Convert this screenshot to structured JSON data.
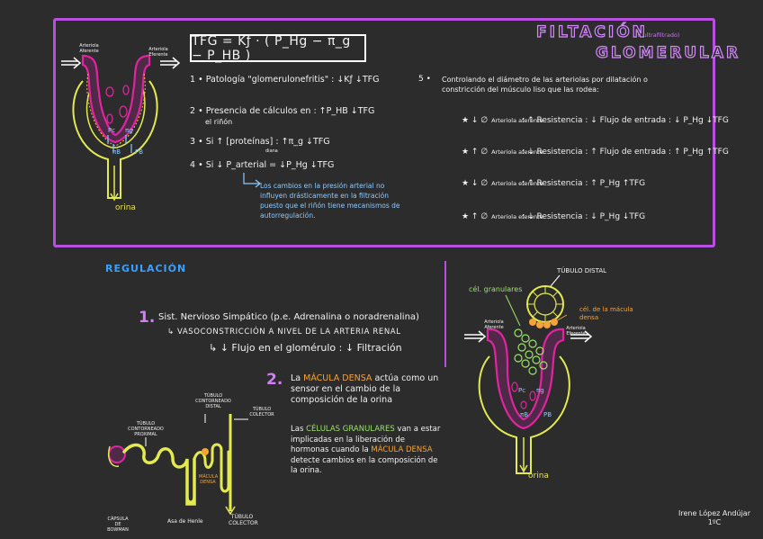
{
  "title": {
    "word1": "FILTACIÓN",
    "note": "(o ultrafiltrado)",
    "word2": "GLOMERULAR"
  },
  "diagram1": {
    "arteriola_aferente": "Arteriola Aferente",
    "arteriola_eferente": "Arteriola Eferente",
    "pc": "Pc",
    "pi_g": "πg",
    "pi_b": "πB",
    "pb": "PB",
    "orina": "orina"
  },
  "formula": "TFG = Kƒ · ( P_Hg − π_g − P_HB )",
  "list": [
    {
      "n": "1 •",
      "text": "Patología \"glomerulonefritis\" : ↓Kƒ ↓TFG"
    },
    {
      "n": "2 •",
      "text": "Presencia de cálculos en : ↑P_HB ↓TFG",
      "sub": "el riñón"
    },
    {
      "n": "3 •",
      "text": "Si ↑ [proteínas] : ↑π_g ↓TFG",
      "sub": "diana"
    },
    {
      "n": "4 •",
      "text": "Si ↓ P_arterial = ↓P_Hg ↓TFG"
    }
  ],
  "note": "Los cambios en la presión arterial no influyen drásticamente en la filtración puesto que el riñón tiene mecanismos de autorregulación.",
  "item5": {
    "n": "5 •",
    "text": "Controlando el diámetro de las arteriolas por dilatación o constricción del músculo liso que las rodea:"
  },
  "arterioles": [
    {
      "prefix": "★ ↓ ∅",
      "name": "Arteriola aferente",
      "effect": ": ↑ Resistencia : ↓ Flujo de entrada : ↓ P_Hg ↓TFG"
    },
    {
      "prefix": "★ ↑ ∅",
      "name": "Arteriola aferente",
      "effect": ": ↓ Resistencia : ↑ Flujo de entrada : ↑ P_Hg ↑TFG"
    },
    {
      "prefix": "★ ↓ ∅",
      "name": "Arteriola eferente",
      "effect": ": ↑ Resistencia : ↑ P_Hg ↑TFG"
    },
    {
      "prefix": "★ ↑ ∅",
      "name": "Arteriola eferente",
      "effect": ": ↓ Resistencia : ↓ P_Hg ↓TFG"
    }
  ],
  "regulation": {
    "title": "REGULACIÓN",
    "p1_num": "1.",
    "p1_line1": "Sist. Nervioso Simpático (p.e. Adrenalina o noradrenalina)",
    "p1_line2": "↳ VASOCONSTRICCIÓN A NIVEL DE LA ARTERIA RENAL",
    "p1_line3": "↳ ↓ Flujo en el glomérulo : ↓ Filtración",
    "p2_num": "2.",
    "p2_pre": "La ",
    "p2_hl": "MÁCULA DENSA",
    "p2_post": " actúa como un sensor en el cambio de la composición de la orina",
    "p3_pre": "Las ",
    "p3_hl": "CÉLULAS GRANULARES",
    "p3_mid": " van a estar implicadas en la liberación de hormonas cuando la ",
    "p3_hl2": "MÁCULA DENSA",
    "p3_post": " detecte cambios en la composición de la orina."
  },
  "nephron": {
    "tubulo_proximal": "TÚBULO CONTORNEADO PROXIMAL",
    "tubulo_distal": "TÚBULO CONTORNEADO DISTAL",
    "tubulo_colector_top": "TÚBULO COLECTOR",
    "macula": "MÁCULA DENSA",
    "capsula": "CÁPSULA DE BOWMAN",
    "asa": "Asa de Henle",
    "tubulo_colector_bottom": "TÚBULO COLECTOR"
  },
  "diagram2": {
    "tubulo_distal": "TÚBULO DISTAL",
    "cel_granulares": "cél. granulares",
    "cel_macula": "cél. de la mácula densa",
    "arteriola_aferente": "Arteriola Aferente",
    "arteriola_eferente": "Arteriola Eferente",
    "pc": "Pc",
    "pi_g": "πg",
    "pi_b": "πB",
    "pb": "PB",
    "orina": "orina"
  },
  "credit": {
    "name": "Irene López Andújar",
    "group": "1ºC"
  }
}
